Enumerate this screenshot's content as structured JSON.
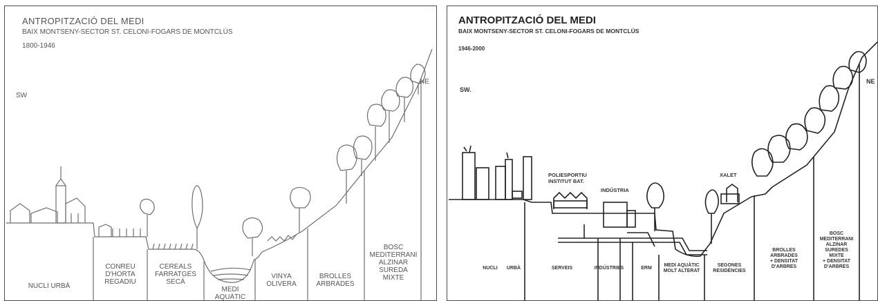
{
  "left_panel": {
    "title": "ANTROPITZACIÓ DEL MEDI",
    "subtitle": "BAIX MONTSENY-SECTOR ST. CELONI-FOGARS DE MONTCLÚS",
    "period": "1800-1946",
    "dir_sw": "SW",
    "dir_ne": "NE",
    "zones": [
      "NUCLI URBÀ",
      "CONREU\nD'HORTA\nREGADIU",
      "CEREALS\nFARRATGES\nSECÀ",
      "MEDI\nAQUÀTIC",
      "VINYA\nOLIVERA",
      "BROLLES\nARBRADES",
      "BOSC\nMEDITERRANI\nALZINAR\nSUREDA\nMIXTE"
    ]
  },
  "right_panel": {
    "title": "ANTROPITZACIÓ DEL MEDI",
    "subtitle": "BAIX MONTSENY-SECTOR ST. CELONI-FOGARS DE MONTCLÚS",
    "period": "1946-2000",
    "dir_sw": "SW.",
    "dir_ne": "NE",
    "building_labels": {
      "poliesportiu": "POLIESPORTIU\nINSTITUT BAT.",
      "industria": "INDÚSTRIA",
      "xalet": "XALET"
    },
    "zones": [
      "NUCLI",
      "URBÀ",
      "SERVEIS",
      "INDÚSTRIES",
      "ERM",
      "MEDI AQUÀTIC\nMOLT ALTERAT",
      "SEGONES\nRESIDÈNCIES",
      "BROLLES\nARBRADES\n+ DENSITAT\nD'ARBRES",
      "BOSC\nMEDITERRANI\nALZINAR\nSUREDES\nMIXTE\n+ DENSITAT\nD'ARBRES"
    ]
  },
  "colors": {
    "line_left": "#6e6e6e",
    "line_right": "#222222",
    "text_left": "#555555",
    "text_right": "#222222"
  }
}
